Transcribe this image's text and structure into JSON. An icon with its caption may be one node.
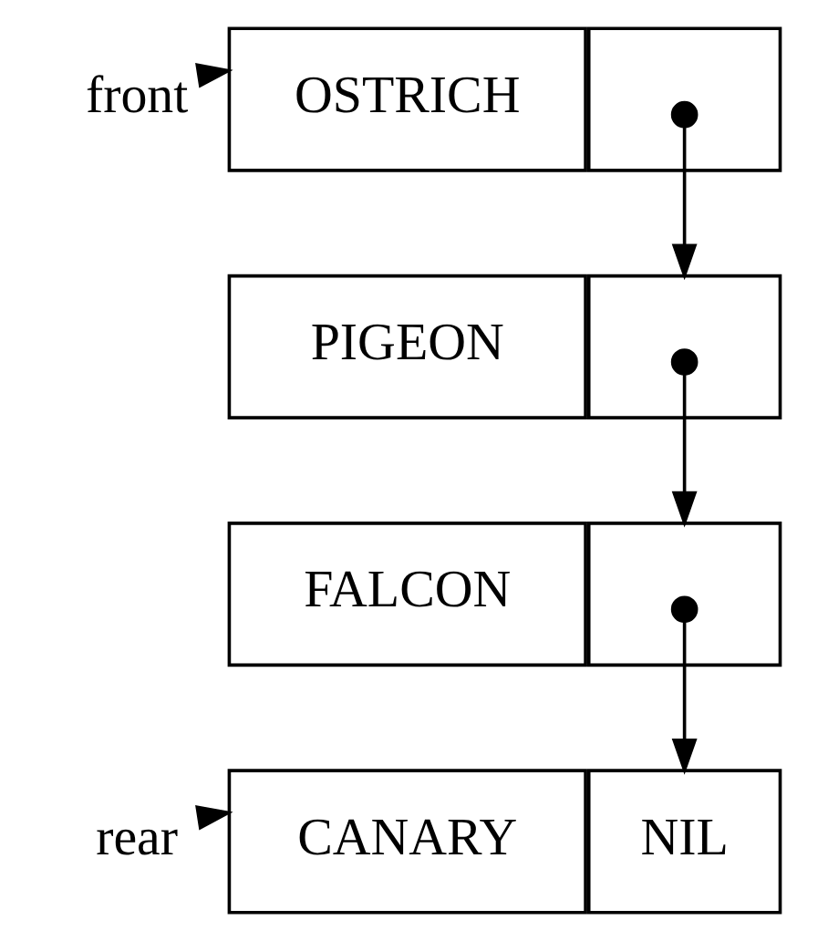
{
  "diagram": {
    "nodes": [
      {
        "text": [
          "front"
        ]
      },
      {
        "text": [
          "OSTRICH"
        ]
      },
      {
        "text": [],
        "shape": "box"
      },
      {
        "text": [
          "PIGEON"
        ]
      },
      {
        "text": [],
        "shape": "box"
      },
      {
        "text": [
          "FALCON"
        ]
      },
      {
        "text": [],
        "shape": "box"
      },
      {
        "text": [
          "rear"
        ]
      },
      {
        "text": [
          "CANARY"
        ]
      },
      {
        "text": [
          "NIL"
        ]
      }
    ],
    "edges": [
      {
        "from": 0,
        "to": 1,
        "arrow": "to"
      },
      {
        "from": 2,
        "to": 4,
        "arrow": "to"
      },
      {
        "from": 4,
        "to": 6,
        "arrow": "to"
      },
      {
        "from": 6,
        "to": 9,
        "arrow": "to"
      },
      {
        "from": 7,
        "to": 8,
        "arrow": "to"
      }
    ]
  }
}
